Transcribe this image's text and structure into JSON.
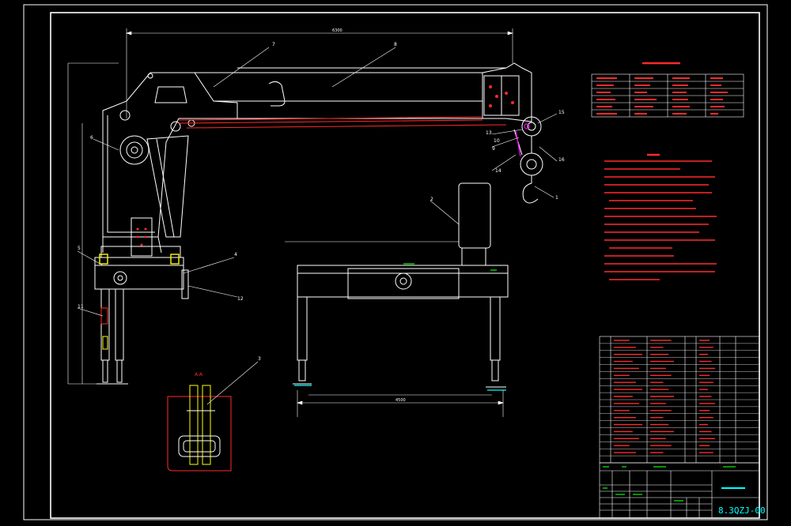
{
  "colors": {
    "background": "#000000",
    "frame": "#ffffff",
    "outline": "#ffffff",
    "red": "#ff2a2a",
    "yellow": "#ffff00",
    "green": "#00ff00",
    "cyan": "#00ffff",
    "magenta": "#ff00ff",
    "hatch": "#ff4040"
  },
  "drawing": {
    "drawing_number": "8.3QZJ-00"
  },
  "dimensions": {
    "overall_length": "6300",
    "outrigger_span": "4500"
  },
  "section_label": "A-A",
  "balloons": [
    "1",
    "2",
    "3",
    "4",
    "5",
    "6",
    "7",
    "8",
    "9",
    "10",
    "11",
    "12",
    "13",
    "14",
    "15",
    "16"
  ],
  "rows": 17
}
